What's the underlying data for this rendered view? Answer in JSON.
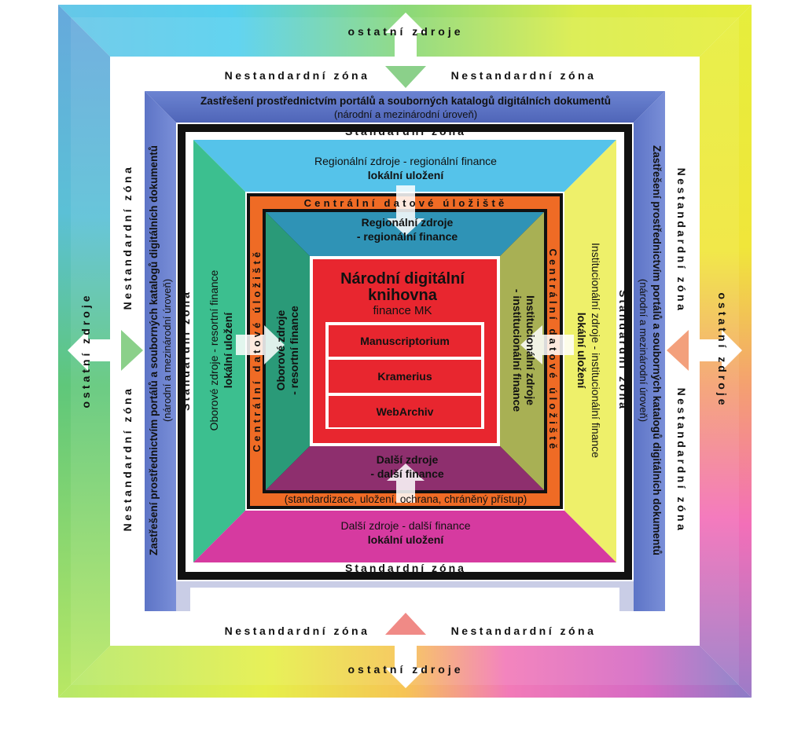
{
  "outer_zone": {
    "label": "ostatní zdroje",
    "nonstandard_label": "Nestandardní zóna"
  },
  "portal_band": {
    "title": "Zastřešení prostřednictvím portálů a souborných katalogů digitálních dokumentů",
    "subtitle": "(národní a mezinárodní úroveň)"
  },
  "standard_zone": {
    "label": "Standardní zóna"
  },
  "outer_trapezoids": {
    "top": {
      "line1": "Regionální zdroje - regionální finance",
      "line2": "lokální uložení"
    },
    "left": {
      "line1": "Oborové zdroje - resortní finance",
      "line2": "lokální uložení"
    },
    "right": {
      "line1": "Institucionální zdroje - institucionální finance",
      "line2": "lokální uložení"
    },
    "bottom": {
      "line1": "Další zdroje - další finance",
      "line2": "lokální uložení"
    }
  },
  "central_storage": {
    "label": "Centrální datové úložiště",
    "footer": "(standardizace, uložení, ochrana, chráněný přístup)"
  },
  "inner_trapezoids": {
    "top": {
      "line1": "Regionální zdroje",
      "line2": "- regionální finance"
    },
    "left": {
      "line1": "Oborové zdroje",
      "line2": "- resortní finance"
    },
    "right": {
      "line1": "Institucionální zdroje",
      "line2": "- institucionální finance"
    },
    "bottom": {
      "line1": "Další zdroje",
      "line2": "- další finance"
    }
  },
  "core": {
    "title_line1": "Národní digitální",
    "title_line2": "knihovna",
    "subtitle": "finance MK",
    "items": [
      "Manuscriptorium",
      "Kramerius",
      "WebArchiv"
    ]
  },
  "colors": {
    "portal_band": "#5a72c4",
    "central_band": "#ef6b25",
    "core": "#e8262f",
    "outer_top": "#55c3ea",
    "outer_left": "#3cbf8f",
    "outer_right": "#eef06a",
    "outer_bottom": "#d63aa0",
    "inner_top": "#2f93b6",
    "inner_left": "#2a9a78",
    "inner_right": "#a8b054",
    "inner_bottom": "#8e2f6e"
  }
}
